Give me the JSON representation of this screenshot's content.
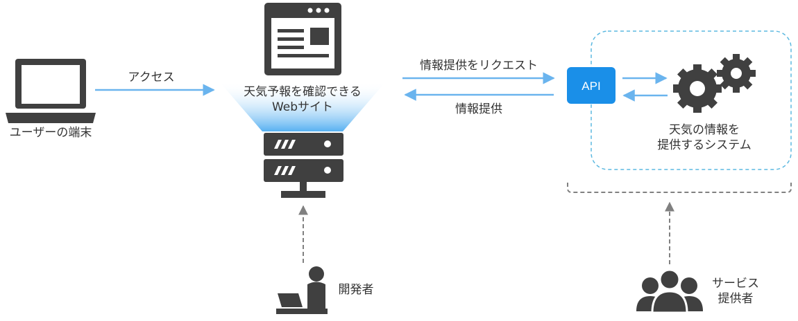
{
  "labels": {
    "user_device": "ユーザーの端末",
    "access": "アクセス",
    "website": "天気予報を確認できる\nWebサイト",
    "request_info": "情報提供をリクエスト",
    "provide_info": "情報提供",
    "api": "API",
    "system": "天気の情報を\n提供するシステム",
    "developer": "開発者",
    "service_provider": "サービス\n提供者"
  },
  "icons": {
    "laptop": "laptop-icon",
    "browser": "browser-window-icon",
    "server": "server-icon",
    "gears": "gears-icon",
    "developer": "developer-at-desk-icon",
    "group": "user-group-icon"
  },
  "colors": {
    "icon_dark": "#404040",
    "arrow_blue": "#6ab4ee",
    "api_blue": "#1a8fe8",
    "dashed_blue": "#5bb8e0",
    "dashed_gray": "#808080",
    "beam_blue": "#3aa3ef"
  }
}
